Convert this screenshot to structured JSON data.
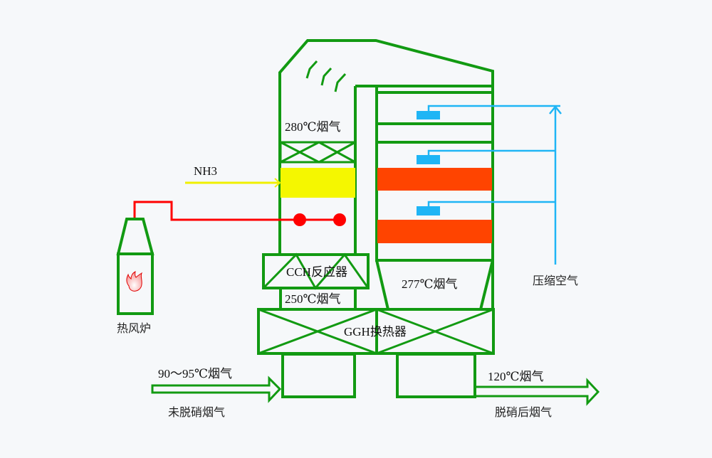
{
  "diagram": {
    "title": "",
    "colors": {
      "structure": "#129a12",
      "nh3_line": "#f0f000",
      "nh3_zone": "#f5f700",
      "hot_air_line": "#ff0000",
      "heater_bands": "#ff4400",
      "compressed_air": "#1fb5f5",
      "background": "#f6f8fa"
    },
    "labels": {
      "flue_280": "280℃烟气",
      "nh3": "NH3",
      "heater": "热风炉",
      "cch_reactor": "CCH反应器",
      "flue_250": "250℃烟气",
      "flue_277": "277℃烟气",
      "compressed_air": "压缩空气",
      "ggh": "GGH换热器",
      "inlet_temp": "90～95℃烟气",
      "inlet_desc": "未脱硝烟气",
      "outlet_temp": "120℃烟气",
      "outlet_desc": "脱硝后烟气"
    },
    "icons": {
      "flame": "flame-icon"
    }
  }
}
